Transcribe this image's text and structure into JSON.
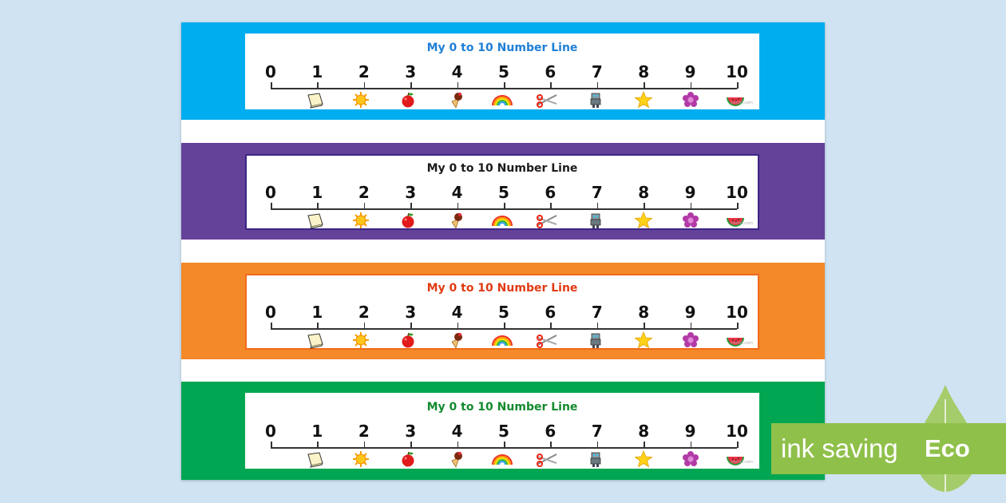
{
  "strips": [
    {
      "title": "My 0 to 10 Number Line",
      "band_color": "#00adee",
      "title_color": "#1f7fd6",
      "border_color": "#ffffff"
    },
    {
      "title": "My 0 to 10 Number Line",
      "band_color": "#65429a",
      "title_color": "#1b1b1b",
      "border_color": "#3b2686"
    },
    {
      "title": "My 0 to 10 Number Line",
      "band_color": "#f4892a",
      "title_color": "#e03a12",
      "border_color": "#f06a1a"
    },
    {
      "title": "My 0 to 10 Number Line",
      "band_color": "#00a651",
      "title_color": "#138a2e",
      "border_color": "#ffffff"
    }
  ],
  "numbers": [
    "0",
    "1",
    "2",
    "3",
    "4",
    "5",
    "6",
    "7",
    "8",
    "9",
    "10"
  ],
  "icons": [
    "book-icon",
    "sun-icon",
    "apple-icon",
    "ice-cream-icon",
    "rainbow-icon",
    "scissors-icon",
    "robot-icon",
    "star-icon",
    "flower-icon",
    "watermelon-icon"
  ],
  "watermark": "twinkl.com",
  "badge": {
    "text": "ink saving",
    "label": "Eco",
    "color": "#8fc04a",
    "leaf_color": "#9cc852"
  }
}
